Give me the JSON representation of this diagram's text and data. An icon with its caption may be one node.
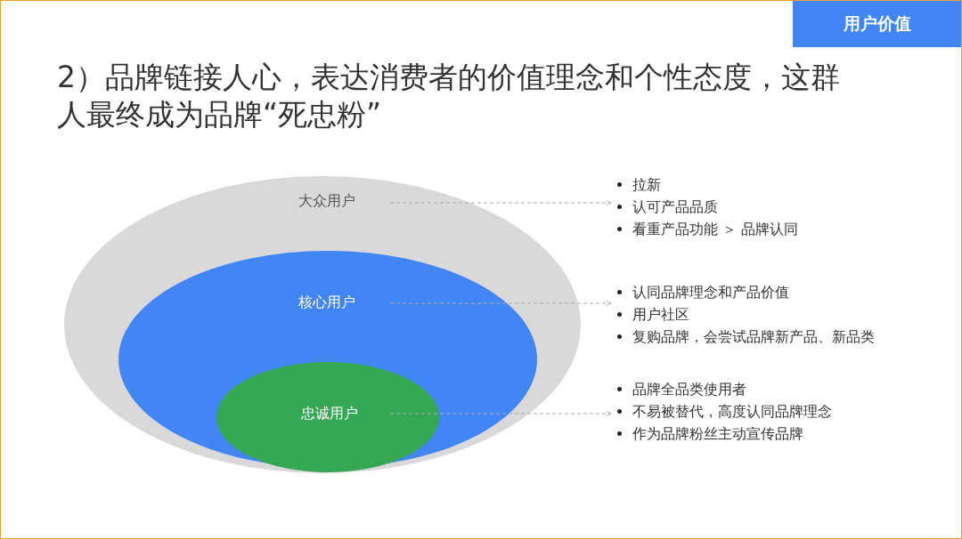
{
  "diagram": {
    "title": "2）品牌链接人心，表达消费者的价值理念和个性态度，这群人最终成为品牌“死忠粉”",
    "nodes": [
      {
        "text": [
          "用户价值"
        ]
      },
      {
        "text": [
          "大众用户"
        ]
      },
      {
        "text": [
          "核心用户"
        ],
        "in": 1
      },
      {
        "text": [
          "忠诚用户"
        ],
        "in": 2
      },
      {
        "text": [
          "拉新",
          "认可产品品质",
          "看重产品功能 ＞ 品牌认同"
        ]
      },
      {
        "text": [
          "认同品牌理念和产品价值",
          "用户社区",
          "复购品牌，会尝试品牌新产品、新品类"
        ]
      },
      {
        "text": [
          "品牌全品类使用者",
          "不易被替代，高度认同品牌理念",
          "作为品牌粉丝主动宣传品牌"
        ]
      }
    ],
    "edges": [
      {
        "from": 1,
        "to": 4,
        "arrow": "to",
        "style": "dashed"
      },
      {
        "from": 2,
        "to": 5,
        "arrow": "to",
        "style": "dashed"
      },
      {
        "from": 3,
        "to": 6,
        "arrow": "to",
        "style": "dashed"
      }
    ]
  }
}
